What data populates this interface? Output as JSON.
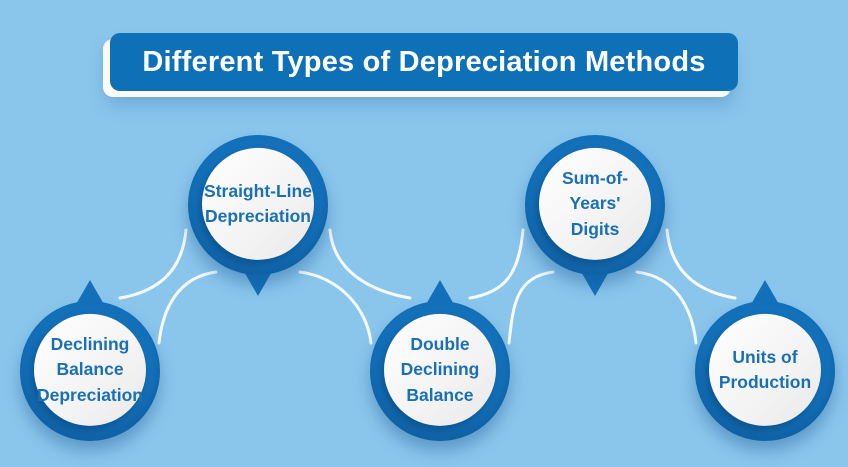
{
  "title": "Different Types of Depreciation Methods",
  "nodes": [
    {
      "id": "declining-balance",
      "label": "Declining\nBalance\nDepreciation"
    },
    {
      "id": "straight-line",
      "label": "Straight-Line\nDepreciation"
    },
    {
      "id": "double-declining",
      "label": "Double\nDeclining\nBalance"
    },
    {
      "id": "sum-of-years-digits",
      "label": "Sum-of-Years'\nDigits"
    },
    {
      "id": "units-of-production",
      "label": "Units of\nProduction"
    }
  ],
  "colors": {
    "background": "#8AC6EC",
    "banner_fill": "#0E71B8",
    "banner_offset_outline": "#FAFAFA",
    "ring": "#1371BA",
    "node_fill": "#F3F3F3",
    "node_text": "#1A70B6",
    "title_text": "#FFFFFF",
    "connector": "#FFFFFF"
  }
}
